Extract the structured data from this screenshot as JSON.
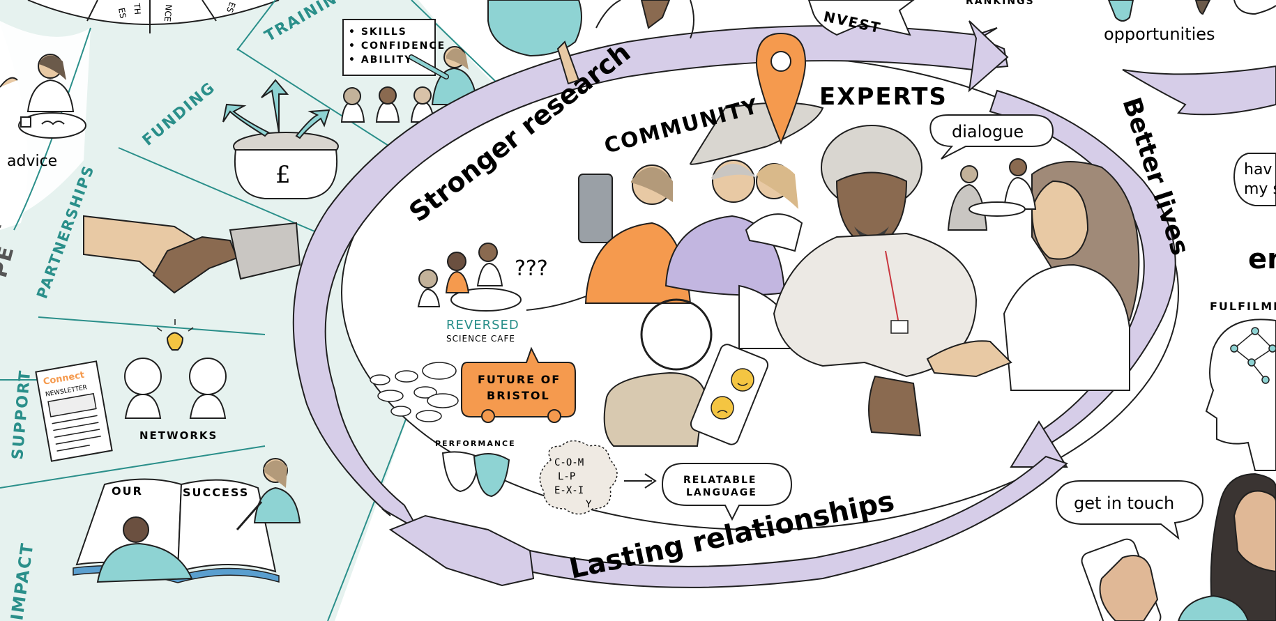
{
  "left_wheel": {
    "segment_labels": {
      "training": "TRAINING",
      "funding": "FUNDING",
      "partnerships": "PARTNERSHIPS",
      "support": "SUPPORT",
      "impact": "IMPACT"
    },
    "partial_labels": {
      "top_a": "ES",
      "top_b": "TH",
      "top_c": "NCE",
      "top_d": "ES",
      "left_a": "A",
      "left_b": "PE"
    },
    "training_board": [
      "• SKILLS",
      "• CONFIDENCE",
      "• ABILITY"
    ],
    "advice_label": "advice",
    "newsletter_brand": "Connect",
    "newsletter_title": "NEWSLETTER",
    "networks_label": "NETWORKS",
    "book_words": [
      "OUR",
      "SUCCESS"
    ],
    "pot_symbol": "£"
  },
  "cycle": {
    "top_arrow_label": "Stronger research",
    "right_arrow_label": "Better lives",
    "bottom_arrow_label": "Lasting relationships",
    "top_partial_arrow": "NVEST",
    "community_label": "COMMUNITY",
    "experts_label": "EXPERTS",
    "dialogue_bubble": "dialogue",
    "reversed_cafe_title": "REVERSED",
    "reversed_cafe_subtitle": "SCIENCE CAFE",
    "question_marks": "???",
    "future_bubble": [
      "FUTURE OF",
      "BRISTOL"
    ],
    "performance_label": "PERFORMANCE",
    "complex_letters": [
      "C-O-M",
      "L-P",
      "E-X-I",
      "Y"
    ],
    "relatable_bubble": [
      "RELATABLE",
      "LANGUAGE"
    ]
  },
  "right_side": {
    "opportunities_label": "opportunities",
    "rankings_partial": "RANKINGS",
    "speech_partial": [
      "hav",
      "my s"
    ],
    "en_partial": "en",
    "fulfilment_partial": "FULFILMEN",
    "get_in_touch_bubble": "get in touch"
  },
  "colors": {
    "lavender": "#d6cde8",
    "lavender_stroke": "#2b2b2b",
    "teal": "#8ed3d3",
    "teal_dark": "#2a8f8a",
    "mint_bg": "#e6f2ef",
    "orange": "#f59a4e",
    "skin_dark": "#8a6a50",
    "skin_light": "#e8c9a4",
    "grey": "#c9c6c2",
    "ink": "#1f1f1f"
  }
}
